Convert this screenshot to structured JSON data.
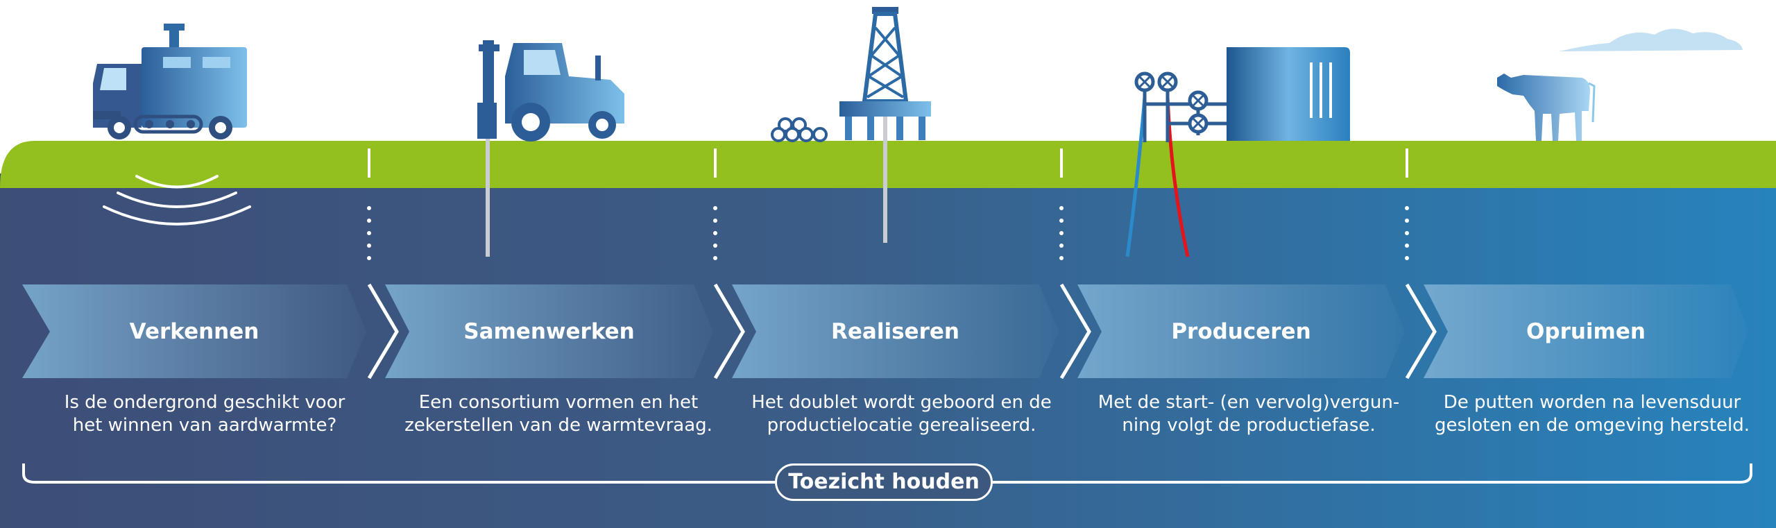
{
  "phases": [
    {
      "title": "Verkennen",
      "desc": [
        "Is de ondergrond geschikt voor",
        "het winnen van aardwarmte?"
      ],
      "icon": "survey-truck-icon"
    },
    {
      "title": "Samenwerken",
      "desc": [
        "Een consortium vormen en het",
        "zekerstellen van de warmtevraag."
      ],
      "icon": "tractor-icon"
    },
    {
      "title": "Realiseren",
      "desc": [
        "Het doublet wordt geboord en de",
        "productielocatie gerealiseerd."
      ],
      "icon": "drilling-rig-icon"
    },
    {
      "title": "Produceren",
      "desc": [
        "Met de start- (en vervolg)vergun-",
        "ning volgt de productiefase."
      ],
      "icon": "production-plant-icon"
    },
    {
      "title": "Opruimen",
      "desc": [
        "De putten worden na levensduur",
        "gesloten en de omgeving hersteld."
      ],
      "icon": "cow-icon"
    }
  ],
  "oversight_label": "Toezicht houden",
  "colors": {
    "grass": "#93c01f",
    "underground_left": "#3d4f78",
    "underground_right": "#2980b9",
    "pipe_hot": "#e4141b",
    "pipe_cold": "#2b8acb"
  }
}
